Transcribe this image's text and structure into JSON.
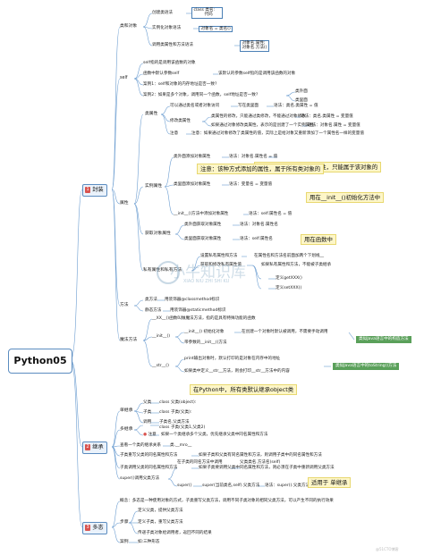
{
  "root": "Python05",
  "topics": [
    {
      "num": "1",
      "label": "封装"
    },
    {
      "num": "2",
      "label": "继承"
    },
    {
      "num": "3",
      "label": "多态"
    }
  ],
  "sections": {
    "class_object": "类和对象",
    "self": "self",
    "attributes": "属性",
    "methods": "方法",
    "magic": "魔法方法"
  },
  "class_object": {
    "create": "创建类语法",
    "create_code": [
      "class 类名:",
      "代码"
    ],
    "instantiate": "实例化对象语法",
    "instantiate_code": "对象名 = 类名()",
    "call": "调用类属性和方法语法",
    "call_code": [
      "对象名.属性;",
      "对象名.方法()"
    ]
  },
  "self": [
    "self指的是调用该函数的对象",
    "函数中默认参数self",
    "案例1：self和对象的内存地址是否一致?",
    "案例2：如果是多个对象，调用同一个函数，self地址是否一致?"
  ],
  "self_sub": {
    "default": "该默认的参数self指的是调用该函数的对象",
    "case2a": "类外面",
    "case2b": "类里面"
  },
  "class_attr": {
    "label": "类属性",
    "items": [
      "可以通过类名或者对象访问",
      "修改类属性",
      "注意"
    ],
    "write_outside": "写在类里面",
    "syntax_outside": "语法：类名.类属性 = 值",
    "modify_a": "类属性的修改，只能通过类修改，不能通过对象修改",
    "modify_a_syntax": "语法：类名.类属性 = 变量值",
    "modify_b": "如果通过对象修改类属性，表示的是创建了一个实例属性",
    "modify_b_syntax": "语法：对象名.属性 = 变量值",
    "note_text": "注意：如果通过对象修改了类属性的值，实际上是给对象又重新添加了一个属性名一样的变量值"
  },
  "instance_attr": {
    "label": "实例属性",
    "outside_add": "类外面添加对象属性",
    "outside_syntax": "语法：对象名.属性名 = 值",
    "outside_note": "注意：该种方式添加的属性，只能属于该对象的",
    "inside_add": "类里面添加对象属性",
    "inside_syntax": "语法：变量名 = 变量值",
    "inside_note": "注意：该种方式添加的属性，属于所有类对象的",
    "init_note": "用在__init__()初始化方法中",
    "init_label": "__init__()方法中添加对象属性",
    "init_syntax": "语法：self.属性名 = 值"
  },
  "get_attr": {
    "label": "获取对象属性",
    "outside": "类外面获取对象属性",
    "outside_syntax": "语法：对象名.属性名",
    "inside": "类里面获取对象属性",
    "inside_syntax": "语法：self.属性名",
    "func_note": "用在函数中"
  },
  "private": {
    "label": "私有属性和私有方法",
    "set": "设置私有属性和方法",
    "set_desc": "在属性名和方法名前面加两个下划线__",
    "get": "获取和修改私有属性值",
    "get_desc": "一般定义函数名get_xx用来获取私有属性，定义set_xx用来修改私有属性值",
    "get_fn": "get_xx()",
    "set_fn": "set_xx()",
    "note": "如果私有属性和方法，不能被子类继承",
    "fn_get": "定义getXXX()",
    "fn_set": "定义setXXX()"
  },
  "methods": {
    "class_method": "类方法",
    "class_method_desc": "用装饰器@classmethod标识",
    "static_method": "静态方法",
    "static_method_desc": "用装饰器@staticmethod标识"
  },
  "magic": {
    "intro": "__XX__()函数叫做魔法方法，指的是具有特殊功能的函数",
    "init": "__init__()",
    "init_items": [
      "__init__()  初始化对象",
      "带参数的__init__()方法"
    ],
    "init_desc": "在创建一个对象时默认被调用，不需要手动调用",
    "init_side": "类似Java语言中的构造方法",
    "str": "__str__()",
    "str_a": "print输出对象时，默认打印的是对象在内存中的地址",
    "str_b": "如果类中定义__str__方法，则会打印__str__方法中的内容",
    "str_side": "类似Java语言中的toString()方法"
  },
  "inherit": {
    "object_note": "在Python中，所有类默认继承object类",
    "single": "单继承",
    "single_items": [
      "父类",
      "子类",
      "调用"
    ],
    "single_code": [
      "class 父类(object):",
      "class 子类(父类):",
      "子类名.父类方法"
    ],
    "multi": "多继承",
    "multi_items": [
      "子类",
      "注意"
    ],
    "multi_code": "class 子类(父类1,父类2)",
    "multi_note": "如果一个类继承多个父类，优先继承父类中同名属性和方法",
    "mro": "查看一个类的继承关系",
    "mro_code": "类.__mro__",
    "override": "子类重写父类的同名属性和方法",
    "override_desc": "如果子类和父类有同名属性和方法，则调用子类中的同名属性和方法",
    "call_parent": "子类调用父类的同名属性和方法",
    "call_parent_desc": "如果子类要调用父类中同名属性和方法，则必须在子类中重新调用父类方法",
    "super": "super()调用父类方法",
    "super_items": [
      "在子类的同名方法中调用",
      "super()"
    ],
    "super_code": [
      "父类类名.方法名(self)",
      "语法：super().父类方法"
    ],
    "super_code2": "super(当前类名,self).父类方法",
    "super_note": "适用于 单继承"
  },
  "poly": {
    "concept": "概念：多态是一种使用对象的方式，子类重写父类方法，调用不同子类对象的相同父类方法，可以产生不同的执行效果",
    "steps": "步骤",
    "step_items": [
      "定义父类，提供父类方法",
      "定义子类，重写父类方法",
      "传递子类对象给调用者，返回不同的结果"
    ],
    "case": "案例",
    "case_desc": "如:三种形态"
  },
  "watermark": "小牛知识库",
  "watermark_sub": "XIAO NIU ZHI SHI KU",
  "credit": "@51CTO博客"
}
